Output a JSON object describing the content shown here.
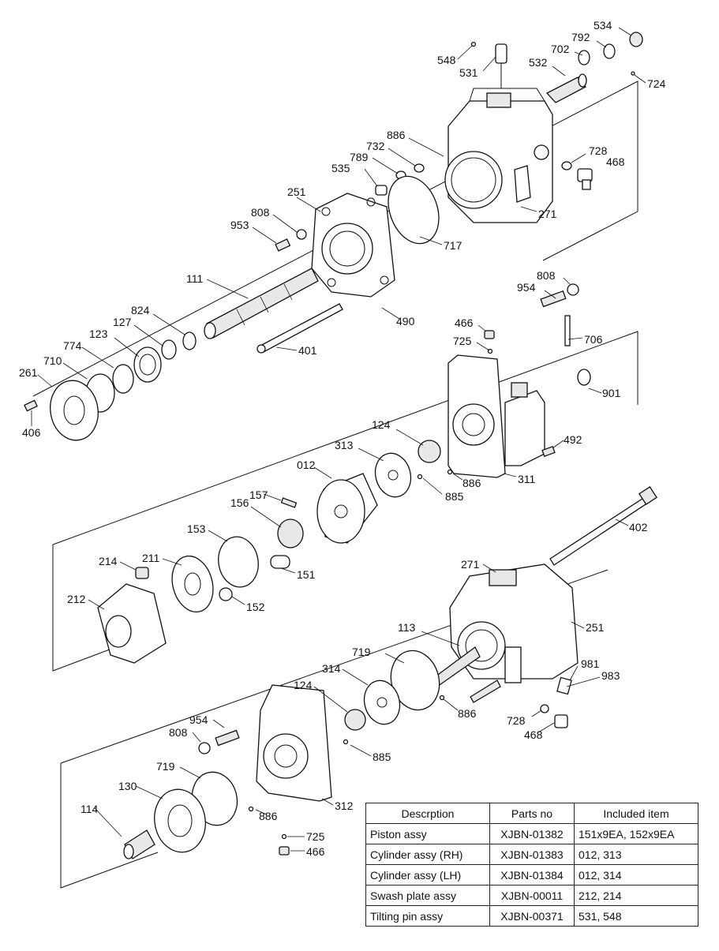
{
  "callouts": {
    "c534": "534",
    "c792": "792",
    "c702": "702",
    "c548": "548",
    "c532": "532",
    "c531": "531",
    "c724": "724",
    "c886a": "886",
    "c732": "732",
    "c789": "789",
    "c728a": "728",
    "c468a": "468",
    "c535": "535",
    "c251a": "251",
    "c271a": "271",
    "c808a": "808",
    "c953": "953",
    "c717": "717",
    "c111": "111",
    "c808b": "808",
    "c954a": "954",
    "c824": "824",
    "c127": "127",
    "c490": "490",
    "c466a": "466",
    "c706": "706",
    "c123": "123",
    "c774": "774",
    "c725a": "725",
    "c401": "401",
    "c710": "710",
    "c261": "261",
    "c901": "901",
    "c406": "406",
    "c124a": "124",
    "c492": "492",
    "c313": "313",
    "c012": "012",
    "c886b": "886",
    "c311": "311",
    "c885a": "885",
    "c157": "157",
    "c156": "156",
    "c402": "402",
    "c153": "153",
    "c214": "214",
    "c211": "211",
    "c271b": "271",
    "c151": "151",
    "c212": "212",
    "c152": "152",
    "c251b": "251",
    "c113": "113",
    "c719a": "719",
    "c981": "981",
    "c314": "314",
    "c983": "983",
    "c124b": "124",
    "c886c": "886",
    "c954b": "954",
    "c728b": "728",
    "c808c": "808",
    "c468b": "468",
    "c885b": "885",
    "c719b": "719",
    "c130": "130",
    "c312": "312",
    "c886d": "886",
    "c114": "114",
    "c725b": "725",
    "c466b": "466"
  },
  "parts_table": {
    "headers": [
      "Descrption",
      "Parts no",
      "Included item"
    ],
    "rows": [
      [
        "Piston assy",
        "XJBN-01382",
        "151x9EA, 152x9EA"
      ],
      [
        "Cylinder assy (RH)",
        "XJBN-01383",
        "012, 313"
      ],
      [
        "Cylinder assy (LH)",
        "XJBN-01384",
        "012, 314"
      ],
      [
        "Swash plate assy",
        "XJBN-00011",
        "212, 214"
      ],
      [
        "Tilting pin assy",
        "XJBN-00371",
        "531, 548"
      ]
    ]
  }
}
